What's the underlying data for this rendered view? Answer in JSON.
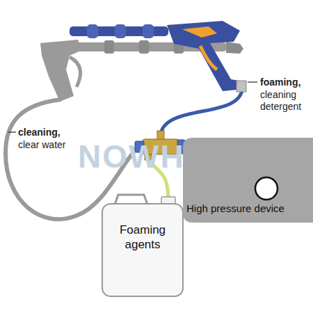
{
  "diagram": {
    "nodes": [
      {
        "text": [
          "Foaming agents"
        ]
      },
      {
        "text": [
          "High pressure device"
        ]
      }
    ],
    "edges": [
      {
        "from": 0,
        "to": 1,
        "arrow": "none"
      }
    ],
    "labels": [
      "NOWHS",
      "cleaning,",
      "clear water",
      "foaming,",
      "cleaning detergent"
    ]
  }
}
